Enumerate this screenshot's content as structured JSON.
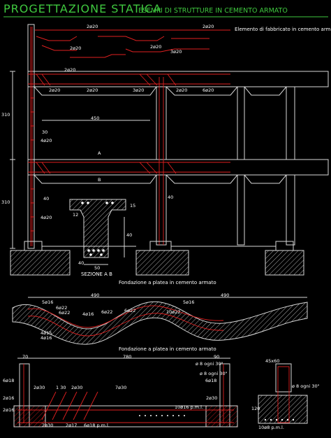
{
  "header": {
    "title": "PROGETTAZIONE STATICA",
    "subtitle": "ESEMPI DI STRUTTURE IN CEMENTO ARMATO"
  },
  "frame": {
    "caption": "Elemento di fabbricato in cemento armato",
    "bar_labels": [
      "2ø20",
      "2ø20",
      "2ø20",
      "2ø20",
      "3ø20",
      "2ø20",
      "2ø20",
      "2ø20",
      "3ø20",
      "2ø20",
      "6ø20"
    ],
    "dims": [
      "310",
      "310",
      "450",
      "30",
      "40",
      "40",
      "4ø20",
      "4ø20",
      "A",
      "B"
    ]
  },
  "section": {
    "caption": "SEZIONE A B",
    "dims": [
      "50",
      "40",
      "15",
      "12",
      "40"
    ]
  },
  "foundation_1": {
    "caption": "Fondazione a platea in cemento armato",
    "dims": [
      "490",
      "490",
      "5ø16",
      "5ø16",
      "4ø16",
      "6ø22",
      "6ø22",
      "6ø22",
      "6ø22",
      "10ø22",
      "4ø15",
      "4ø16"
    ]
  },
  "foundation_2": {
    "caption": "Fondazione a platea in cemento armato",
    "dims": [
      "780",
      "70",
      "90",
      "6ø18",
      "2ø16",
      "2ø30",
      "7ø30",
      "1 30",
      "2ø30",
      "2ø17",
      "ø 8 ogni 30\"",
      "2ø30",
      "10ø16 p.m.l.",
      "6ø18 p.m.l.",
      "ø 8 ogni 30\"",
      "6ø18",
      "2ø30",
      "2ø16",
      "45x60",
      "ø 8 ogni 30\"",
      "120",
      "10ø8 p.m.l."
    ]
  },
  "colors": {
    "heading": "#3fc83f",
    "structure": "#ffffff",
    "rebar": "#e02020",
    "dimension": "#d8d8d8",
    "background": "#000000"
  }
}
